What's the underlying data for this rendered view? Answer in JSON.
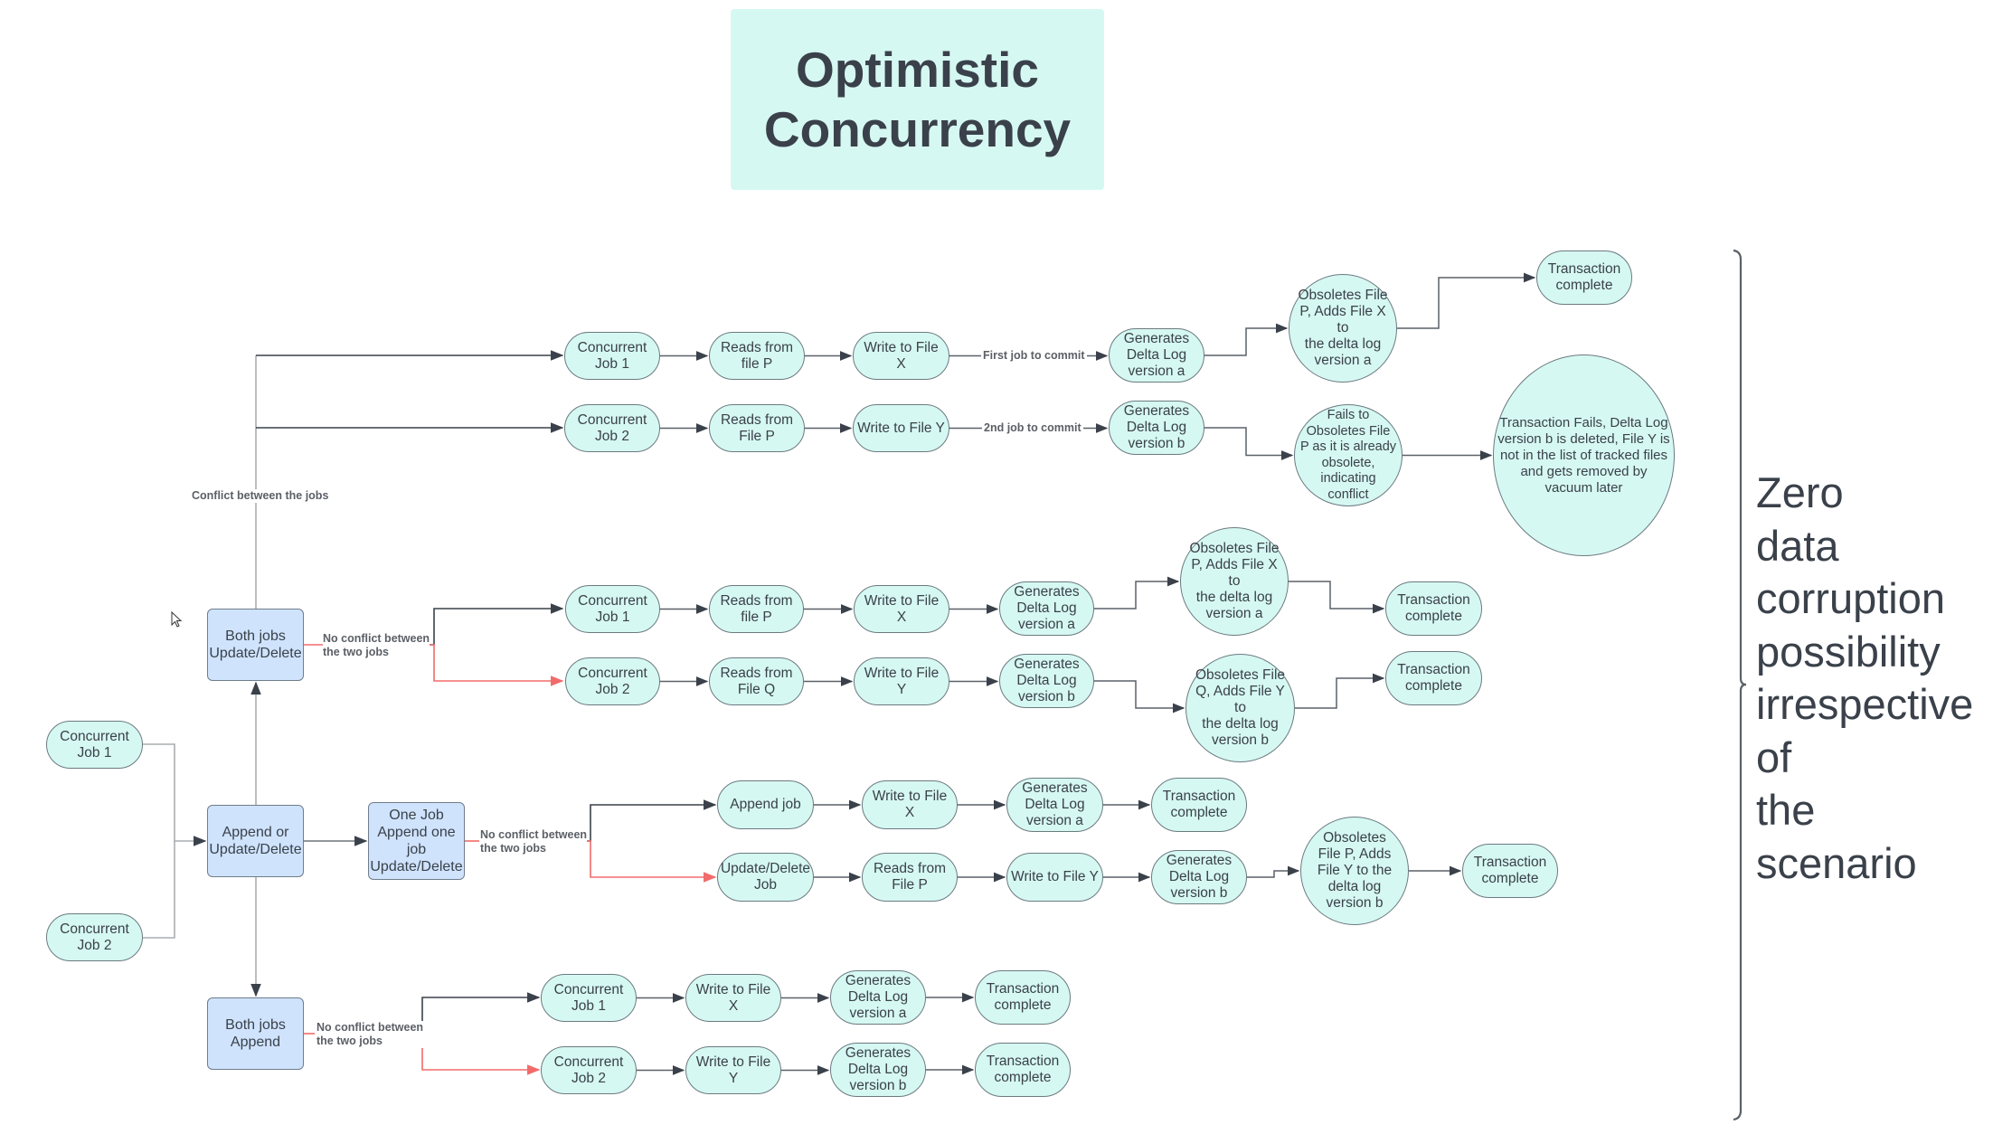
{
  "title": "Optimistic\nConcurrency",
  "side_note": "Zero\ndata\ncorruption\npossibility\nirrespective\nof\nthe\nscenario",
  "colors": {
    "node_fill": "#d6f8f2",
    "decision_fill": "#cfe3fd",
    "conflict_free_edge": "#f26b6b",
    "edge": "#3a414a"
  },
  "inputs": {
    "job1": "Concurrent\nJob 1",
    "job2": "Concurrent\nJob 2",
    "append_or_update": "Append or\nUpdate/Delete"
  },
  "decisions": {
    "both_update_delete": "Both jobs\nUpdate/Delete",
    "one_append_one_update": "One Job\nAppend one\njob\nUpdate/Delete",
    "both_append": "Both jobs\nAppend"
  },
  "edge_labels": {
    "conflict": "Conflict between the jobs",
    "no_conflict_1": "No conflict between\n the two jobs",
    "no_conflict_2": "No conflict between\n the two jobs",
    "no_conflict_3": "No conflict between\n the two jobs",
    "first_commit": "First job to commit",
    "second_commit": "2nd job to commit"
  },
  "scenario_conflict": {
    "row1": [
      "Concurrent\nJob 1",
      "Reads from\nfile P",
      "Write to File X",
      "Generates\nDelta Log\nversion a",
      "Obsoletes File\nP, Adds File X to\nthe delta log\nversion a",
      "Transaction\ncomplete"
    ],
    "row2": [
      "Concurrent\nJob 2",
      "Reads from\nFile P",
      "Write to File Y",
      "Generates\nDelta Log\nversion b",
      "Fails to\nObsoletes File\nP as it is already\nobsolete,\nindicating\nconflict",
      "Transaction Fails, Delta Log\nversion b is deleted, File Y is\nnot in the list of tracked files\nand gets removed by\nvacuum later"
    ]
  },
  "scenario_update_no_conflict": {
    "row1": [
      "Concurrent\nJob 1",
      "Reads from\nfile P",
      "Write to File X",
      "Generates\nDelta Log\nversion a",
      "Obsoletes File\nP, Adds File X to\nthe delta log\nversion a",
      "Transaction\ncomplete"
    ],
    "row2": [
      "Concurrent\nJob 2",
      "Reads from\nFile Q",
      "Write to File Y",
      "Generates\nDelta Log\nversion b",
      "Obsoletes File\nQ, Adds File Y to\nthe delta log\nversion b",
      "Transaction\ncomplete"
    ]
  },
  "scenario_mixed": {
    "row1": [
      "Append job",
      "Write to File X",
      "Generates\nDelta Log\nversion a",
      "Transaction\ncomplete"
    ],
    "row2": [
      "Update/Delete\nJob",
      "Reads from\nFile P",
      "Write to File Y",
      "Generates\nDelta Log\nversion b",
      "Obsoletes\nFile P, Adds\nFile Y to the\ndelta log\nversion b",
      "Transaction\ncomplete"
    ]
  },
  "scenario_append": {
    "row1": [
      "Concurrent\nJob 1",
      "Write to File X",
      "Generates\nDelta Log\nversion a",
      "Transaction\ncomplete"
    ],
    "row2": [
      "Concurrent\nJob 2",
      "Write to File Y",
      "Generates\nDelta Log\nversion b",
      "Transaction\ncomplete"
    ]
  }
}
